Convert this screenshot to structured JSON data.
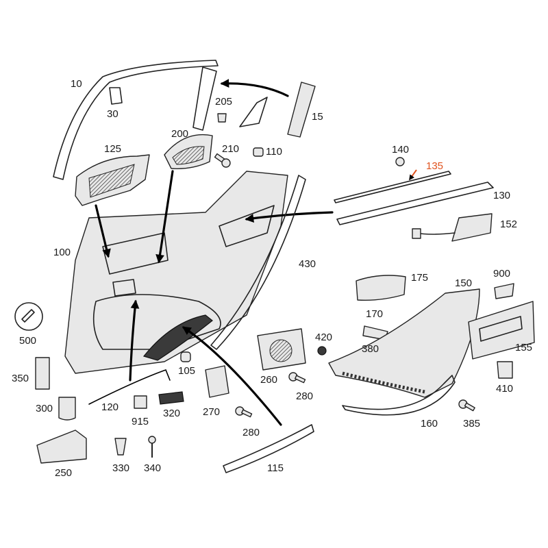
{
  "colors": {
    "line": "#222222",
    "highlight": "#e0531f",
    "background": "#ffffff"
  },
  "labels": {
    "p10": "10",
    "p15": "15",
    "p30": "30",
    "p100": "100",
    "p105": "105",
    "p110": "110",
    "p115": "115",
    "p120": "120",
    "p125": "125",
    "p130": "130",
    "p135": "135",
    "p140": "140",
    "p150": "150",
    "p152": "152",
    "p155": "155",
    "p160": "160",
    "p170": "170",
    "p175": "175",
    "p200": "200",
    "p205": "205",
    "p210": "210",
    "p250": "250",
    "p260": "260",
    "p270": "270",
    "p280a": "280",
    "p280b": "280",
    "p300": "300",
    "p320": "320",
    "p330": "330",
    "p340": "340",
    "p350": "350",
    "p380": "380",
    "p385": "385",
    "p410": "410",
    "p420": "420",
    "p430": "430",
    "p500": "500",
    "p900": "900",
    "p915": "915"
  }
}
